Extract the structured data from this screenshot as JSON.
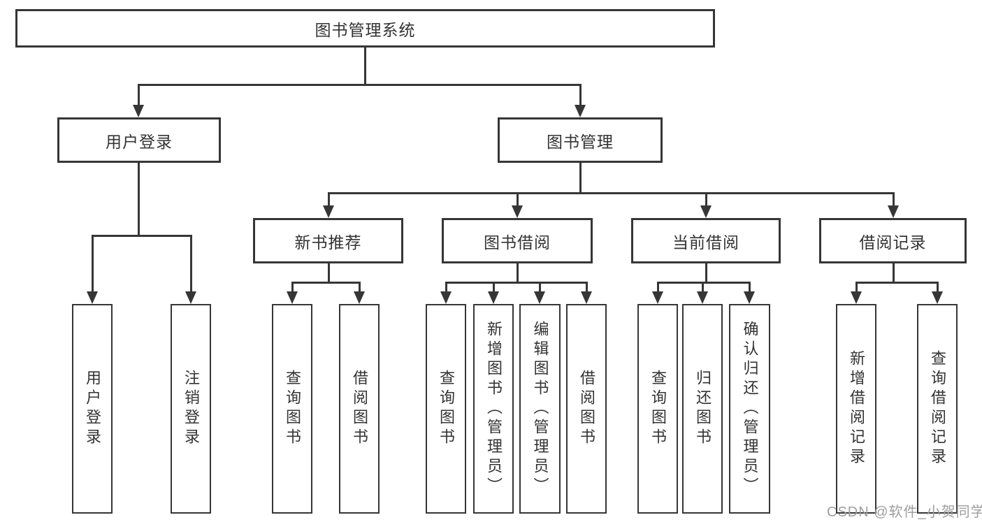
{
  "diagram_type": "hierarchy-tree",
  "colors": {
    "line": "#363636",
    "box_border": "#363636",
    "box_fill": "#ffffff",
    "text": "#333333",
    "watermark": "#9e9e9e"
  },
  "nodes": {
    "root": "图书管理系统",
    "level2": [
      "用户登录",
      "图书管理"
    ],
    "level3": [
      "新书推荐",
      "图书借阅",
      "当前借阅",
      "借阅记录"
    ],
    "leaves": [
      "用户登录",
      "注销登录",
      "查询图书",
      "借阅图书",
      "查询图书",
      "新增图书（管理员）",
      "编辑图书（管理员）",
      "借阅图书",
      "查询图书",
      "归还图书",
      "确认归还（管理员）",
      "新增借阅记录",
      "查询借阅记录"
    ]
  },
  "watermark": "CSDN @软件_小贺同学"
}
